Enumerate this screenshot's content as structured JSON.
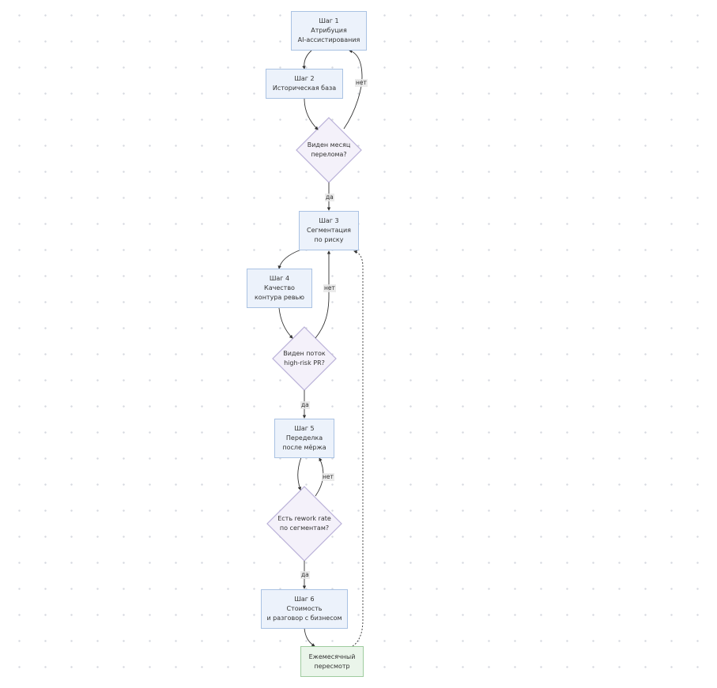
{
  "nodes": {
    "step1": {
      "line1": "Шаг 1",
      "line2": "Атрибуция",
      "line3": "AI-ассистирования"
    },
    "step2": {
      "line1": "Шаг 2",
      "line2": "Историческая база"
    },
    "dec1": {
      "line1": "Виден месяц",
      "line2": "перелома?"
    },
    "step3": {
      "line1": "Шаг 3",
      "line2": "Сегментация",
      "line3": "по риску"
    },
    "step4": {
      "line1": "Шаг 4",
      "line2": "Качество",
      "line3": "контура ревью"
    },
    "dec2": {
      "line1": "Виден поток",
      "line2": "high-risk PR?"
    },
    "step5": {
      "line1": "Шаг 5",
      "line2": "Переделка",
      "line3": "после мёржа"
    },
    "dec3": {
      "line1": "Есть rework rate",
      "line2": "по сегментам?"
    },
    "step6": {
      "line1": "Шаг 6",
      "line2": "Стоимость",
      "line3": "и разговор с бизнесом"
    },
    "review": {
      "line1": "Ежемесячный",
      "line2": "пересмотр"
    }
  },
  "edges": {
    "dec1_no": "нет",
    "dec1_yes": "да",
    "dec2_no": "нет",
    "dec2_yes": "да",
    "dec3_no": "нет",
    "dec3_yes": "да"
  },
  "colors": {
    "step_fill": "#ecf2fb",
    "step_border": "#a9c2e3",
    "decision_fill": "#f4f1fa",
    "decision_border": "#b9b0d8",
    "final_fill": "#eaf5ea",
    "final_border": "#9fcc9f",
    "edge": "#333333"
  }
}
